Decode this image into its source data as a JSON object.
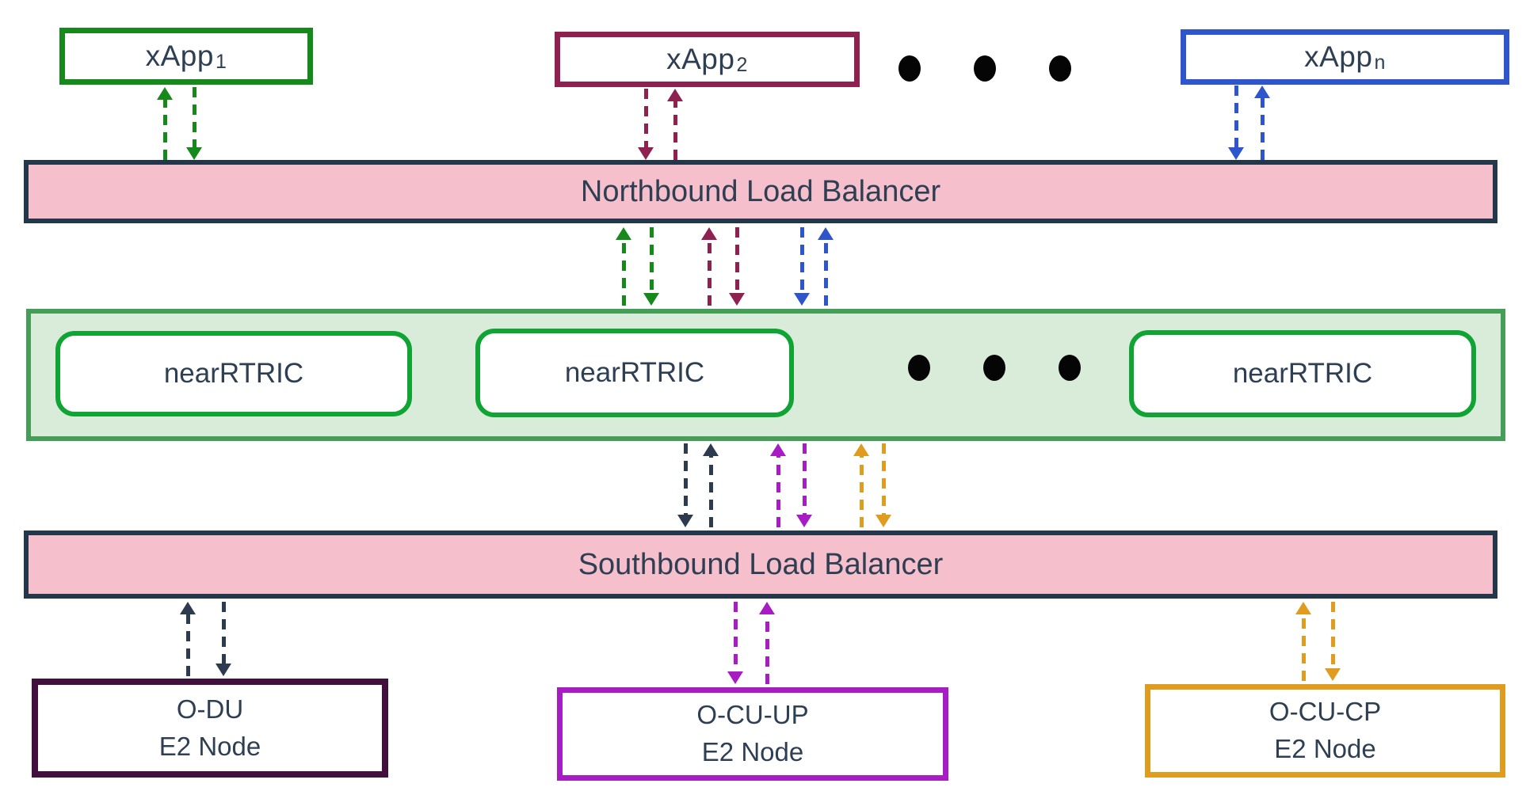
{
  "colors": {
    "green": "#15891a",
    "maroon": "#8e2150",
    "blue": "#2f55cc",
    "navy": "#24374a",
    "text": "#2e3f53",
    "pink": "#f6bfcc",
    "ric-fill": "#d8ecd9",
    "ric-border": "#449e58",
    "ric-box-border": "#0fa433",
    "plum": "#41103d",
    "magenta": "#a81cc4",
    "orange": "#df9c1e",
    "arrow-navy": "#2c3c4e",
    "dot": "#050505"
  },
  "top_row": {
    "ellipsis_dot_count": 3,
    "xapps": [
      {
        "label": "xApp",
        "sub": "1"
      },
      {
        "label": "xApp",
        "sub": "2"
      },
      {
        "label": "xApp",
        "sub": "n"
      }
    ]
  },
  "northbound_bar": {
    "label": "Northbound Load Balancer"
  },
  "ric_row": {
    "ellipsis_dot_count": 3,
    "boxes": [
      {
        "label": "nearRTRIC"
      },
      {
        "label": "nearRTRIC"
      },
      {
        "label": "nearRTRIC"
      }
    ]
  },
  "southbound_bar": {
    "label": "Southbound Load Balancer"
  },
  "bottom_row": {
    "nodes": [
      {
        "line1": "O-DU",
        "line2": "E2 Node"
      },
      {
        "line1": "O-CU-UP",
        "line2": "E2 Node"
      },
      {
        "line1": "O-CU-CP",
        "line2": "E2 Node"
      }
    ]
  }
}
